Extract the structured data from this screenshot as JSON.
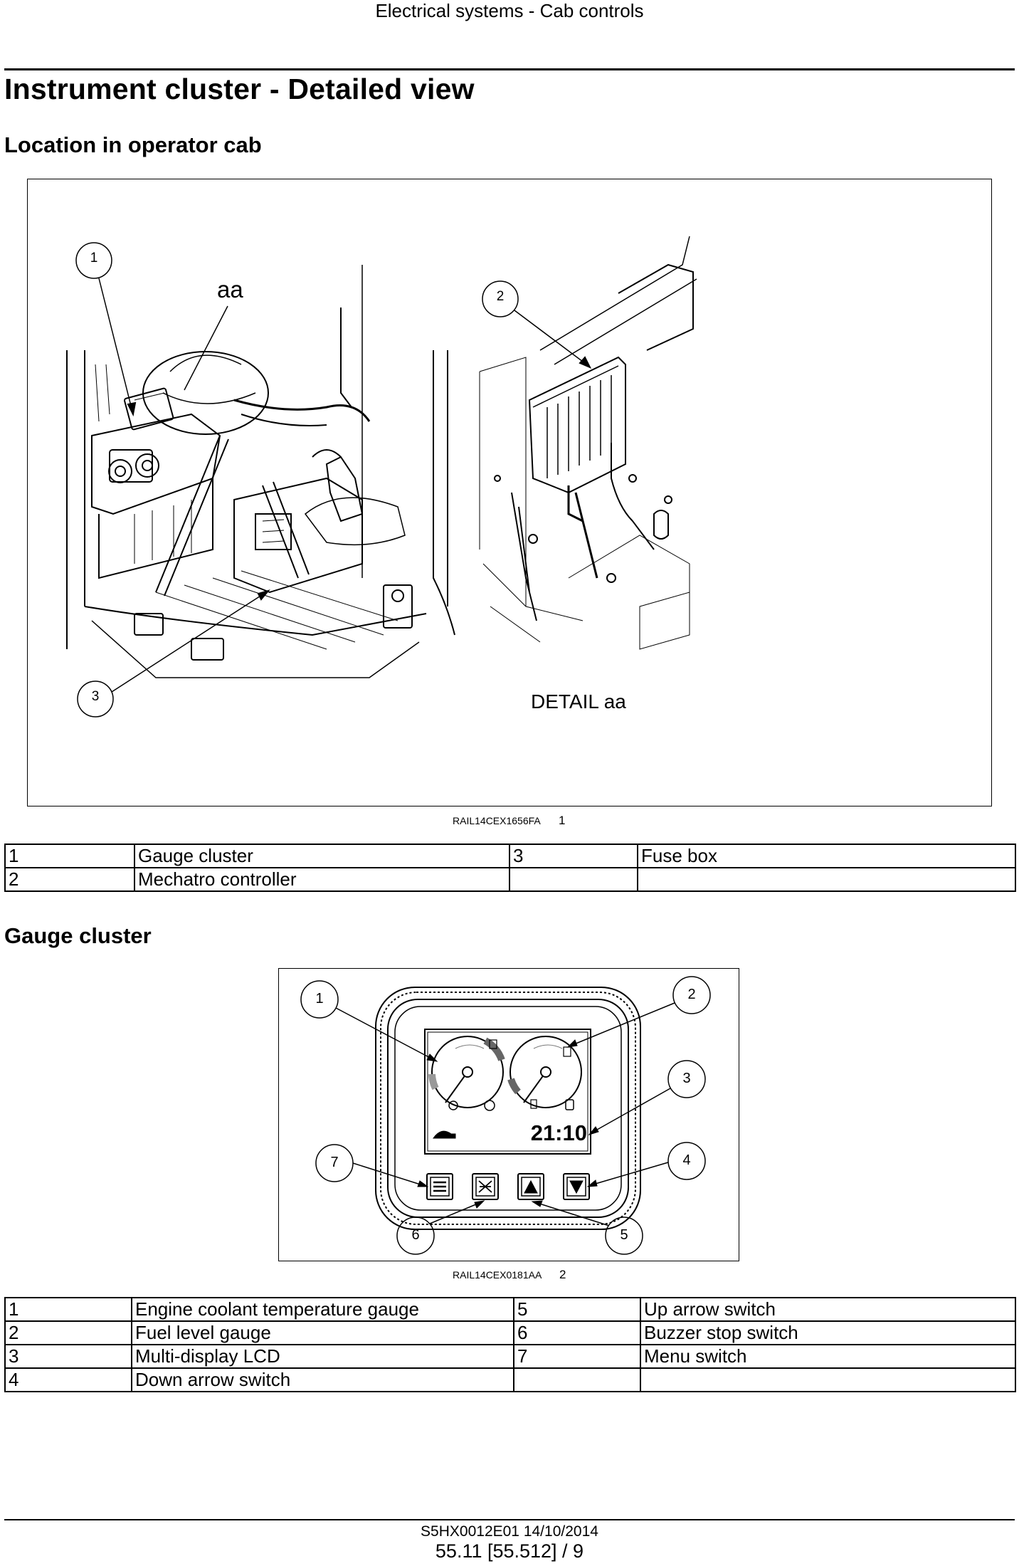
{
  "header": {
    "running_title": "Electrical systems - Cab controls"
  },
  "page_title": "Instrument cluster - Detailed view",
  "section1": {
    "heading": "Location in operator cab",
    "figure": {
      "callouts": [
        "1",
        "2",
        "3"
      ],
      "label_aa": "aa",
      "label_detail": "DETAIL aa",
      "ref_code": "RAIL14CEX1656FA",
      "fig_number": "1"
    },
    "legend": [
      [
        {
          "num": "1",
          "label": "Gauge cluster"
        },
        {
          "num": "3",
          "label": "Fuse box"
        }
      ],
      [
        {
          "num": "2",
          "label": "Mechatro controller"
        },
        {
          "num": "",
          "label": ""
        }
      ]
    ]
  },
  "section2": {
    "heading": "Gauge cluster",
    "figure": {
      "callouts": [
        "1",
        "2",
        "3",
        "4",
        "5",
        "6",
        "7"
      ],
      "clock": "21:10",
      "ref_code": "RAIL14CEX0181AA",
      "fig_number": "2"
    },
    "legend": [
      [
        {
          "num": "1",
          "label": "Engine coolant temperature gauge"
        },
        {
          "num": "5",
          "label": "Up arrow switch"
        }
      ],
      [
        {
          "num": "2",
          "label": "Fuel level gauge"
        },
        {
          "num": "6",
          "label": "Buzzer stop switch"
        }
      ],
      [
        {
          "num": "3",
          "label": "Multi-display LCD"
        },
        {
          "num": "7",
          "label": "Menu switch"
        }
      ],
      [
        {
          "num": "4",
          "label": "Down arrow switch"
        },
        {
          "num": "",
          "label": ""
        }
      ]
    ]
  },
  "footer": {
    "doc_ref": "S5HX0012E01 14/10/2014",
    "page_ref": "55.11 [55.512] / 9"
  }
}
